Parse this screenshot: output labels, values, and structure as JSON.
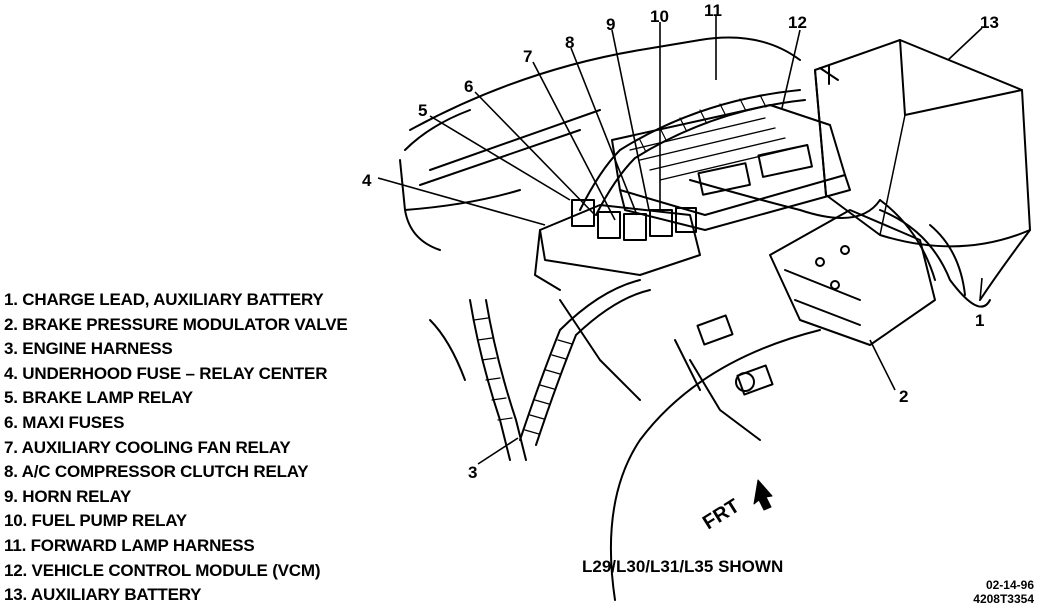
{
  "legend": [
    "1. CHARGE LEAD, AUXILIARY BATTERY",
    "2. BRAKE PRESSURE MODULATOR VALVE",
    "3. ENGINE HARNESS",
    "4. UNDERHOOD FUSE – RELAY CENTER",
    "5. BRAKE LAMP RELAY",
    "6. MAXI FUSES",
    "7. AUXILIARY COOLING FAN RELAY",
    "8. A/C COMPRESSOR CLUTCH RELAY",
    "9. HORN RELAY",
    "10. FUEL PUMP RELAY",
    "11. FORWARD LAMP HARNESS",
    "12. VEHICLE CONTROL MODULE (VCM)",
    "13. AUXILIARY BATTERY"
  ],
  "callouts": [
    "1",
    "2",
    "3",
    "4",
    "5",
    "6",
    "7",
    "8",
    "9",
    "10",
    "11",
    "12",
    "13"
  ],
  "direction_label": "FRT",
  "caption": "L29/L30/L31/L35 SHOWN",
  "stamp": {
    "date": "02-14-96",
    "code": "4208T3354"
  },
  "colors": {
    "ink": "#000000",
    "paper": "#ffffff"
  }
}
